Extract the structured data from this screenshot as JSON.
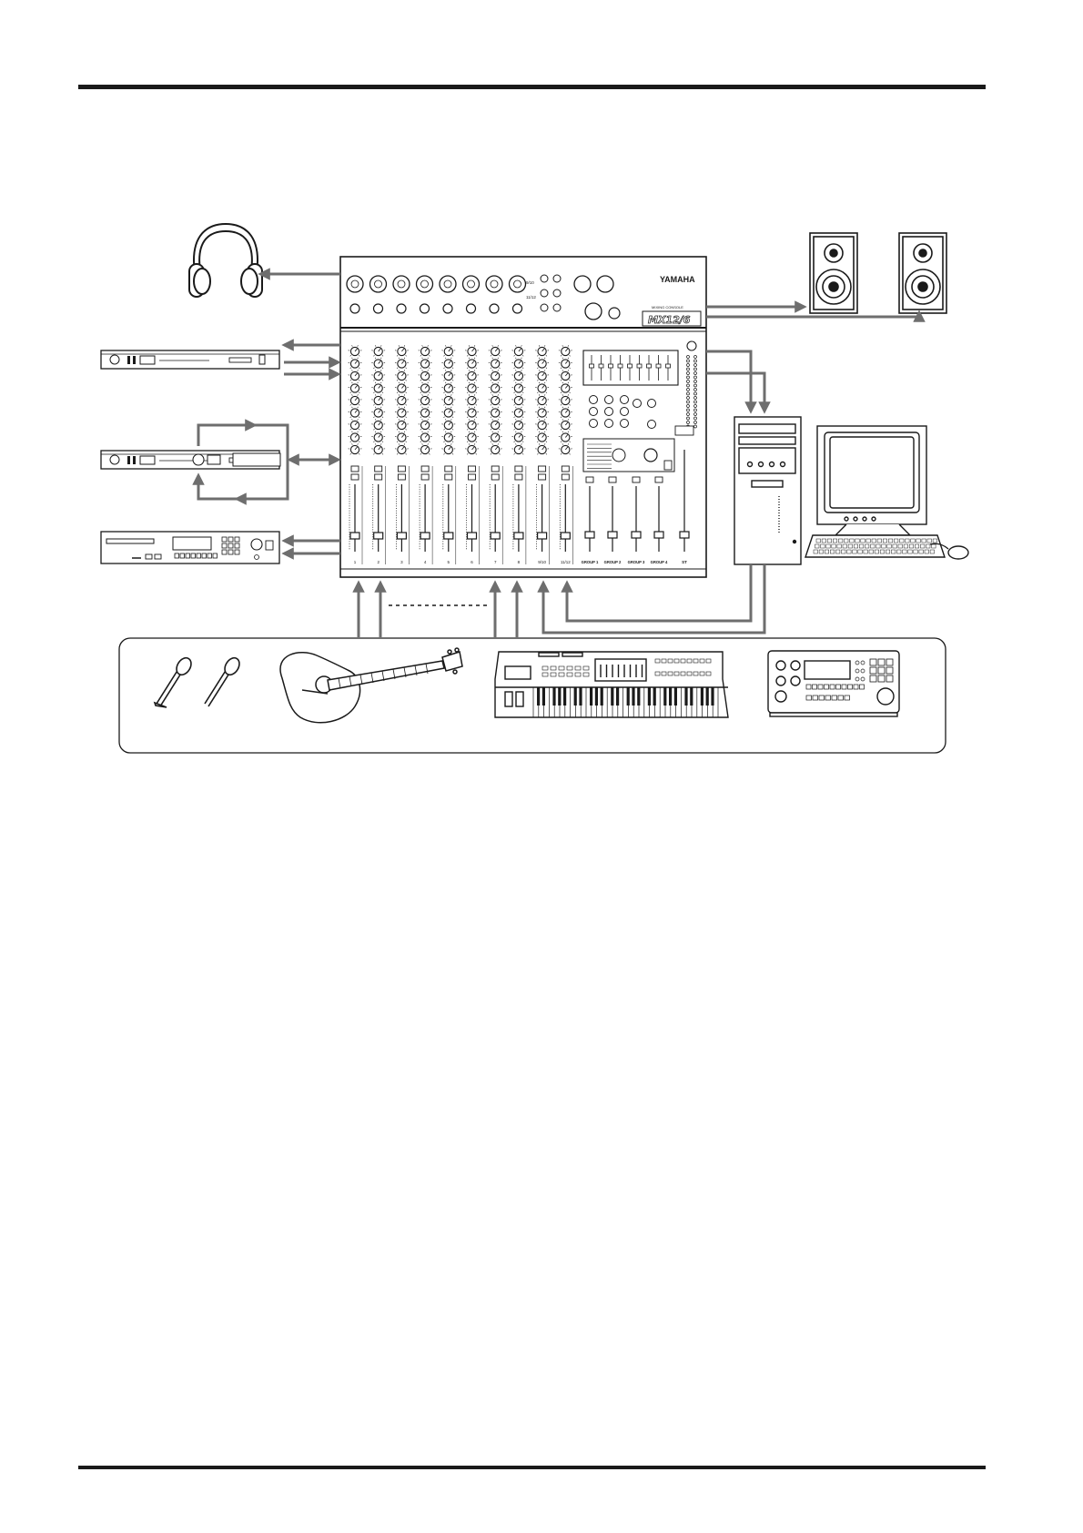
{
  "mixer": {
    "brand": "YAMAHA",
    "model_logo": "MX12/6",
    "subtitle": "MIXING CONSOLE",
    "channel_labels": [
      "1",
      "2",
      "3",
      "4",
      "5",
      "6",
      "7",
      "8",
      "9/10",
      "11/12"
    ],
    "group_labels": [
      "GROUP 1",
      "GROUP 2",
      "GROUP 3",
      "GROUP 4"
    ],
    "master_label": "ST",
    "stereo_labels": [
      "9/10",
      "11/12"
    ]
  },
  "colors": {
    "arrow": "#6e6e6e",
    "line": "#1a1a1a",
    "panel_bg": "#ffffff"
  },
  "devices": {
    "headphones": "headphones-icon",
    "speakers": "studio-monitor-icon",
    "effect_units": "rack-effect-processor-icon",
    "recorder": "rack-recorder-icon",
    "computer": "desktop-computer-icon",
    "microphones": "microphone-icon",
    "guitar": "acoustic-guitar-icon",
    "keyboard": "synthesizer-icon",
    "sampler": "sampler-icon"
  }
}
